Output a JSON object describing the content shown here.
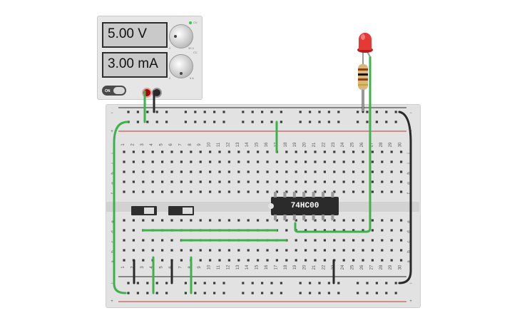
{
  "power_supply": {
    "voltage_display": "5.00 V",
    "current_display": "3.00 mA",
    "voltage_scale_min": "0",
    "voltage_scale_max": "30 V",
    "current_scale_min": "0",
    "current_scale_max": "5 A",
    "switch_label": "ON",
    "indicator_color": "#2ecc40",
    "cv_label": "CV",
    "cc_label": "CC"
  },
  "chip": {
    "label": "74HC00"
  },
  "breadboard": {
    "column_numbers": [
      "1",
      "2",
      "3",
      "4",
      "5",
      "6",
      "7",
      "8",
      "9",
      "10",
      "11",
      "12",
      "13",
      "14",
      "15",
      "16",
      "17",
      "18",
      "19",
      "20",
      "21",
      "22",
      "23",
      "24",
      "25",
      "26",
      "27",
      "28",
      "29",
      "30"
    ],
    "top_row_letters": [
      "j",
      "i",
      "h",
      "g",
      "f"
    ],
    "bottom_row_letters": [
      "e",
      "d",
      "c",
      "b",
      "a"
    ],
    "rail_minus": "−",
    "rail_plus": "+"
  },
  "colors": {
    "wire_green": "#3cb34a",
    "wire_black": "#2a2a2a",
    "rail_red": "#c0392b",
    "led_red": "#e53935"
  },
  "components": {
    "led": "led-icon",
    "resistor": "resistor-icon",
    "switches": [
      "slide-switch-icon",
      "slide-switch-icon"
    ]
  }
}
